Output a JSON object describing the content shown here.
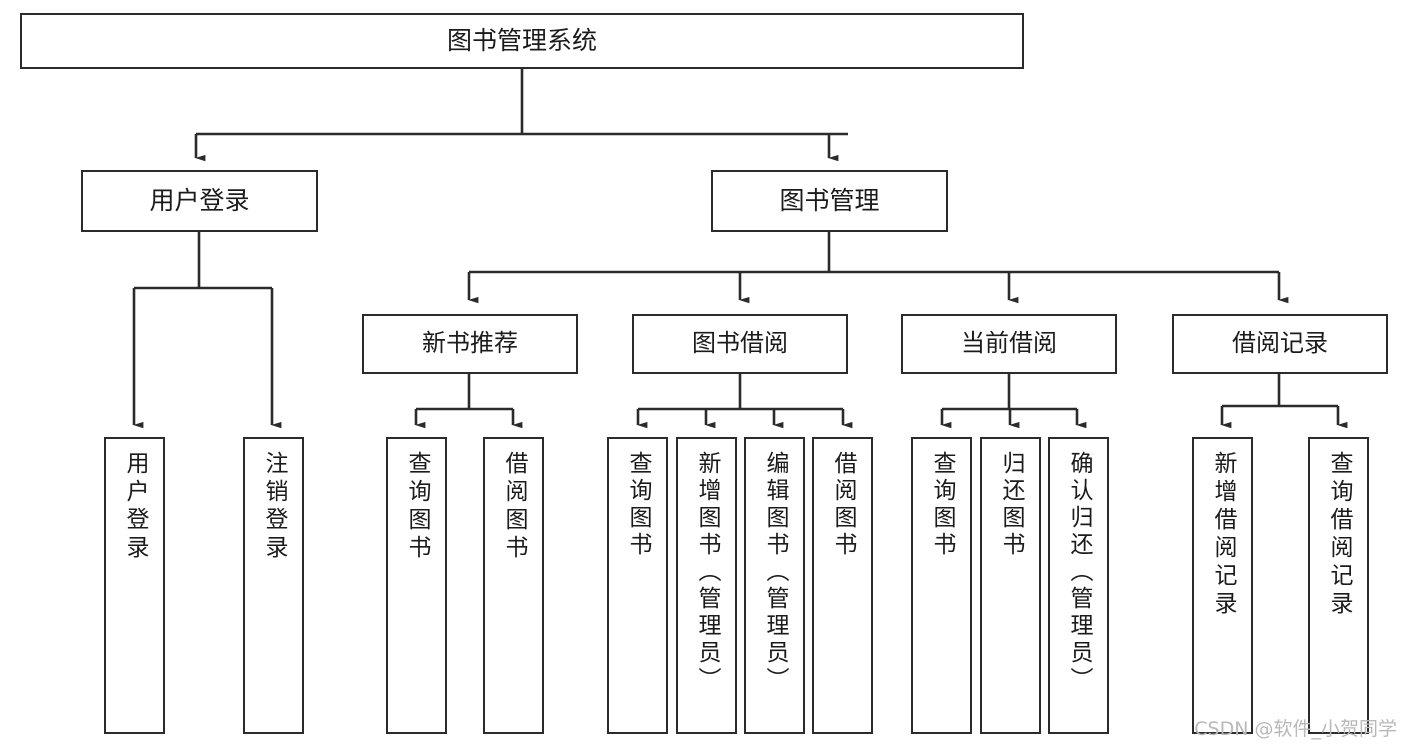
{
  "diagram": {
    "title": "图书管理系统",
    "type": "tree",
    "colors": {
      "stroke": "#2b2b2b",
      "fill": "#ffffff",
      "text": "#1b1b1b",
      "watermark": "#b9b9b9"
    },
    "root": {
      "label": "图书管理系统"
    },
    "level2": [
      {
        "label": "用户登录"
      },
      {
        "label": "图书管理"
      }
    ],
    "level3": [
      {
        "label": "新书推荐"
      },
      {
        "label": "图书借阅"
      },
      {
        "label": "当前借阅"
      },
      {
        "label": "借阅记录"
      }
    ],
    "leaves": {
      "user_login": [
        {
          "label": "用户登录"
        },
        {
          "label": "注销登录"
        }
      ],
      "new_book": [
        {
          "label": "查询图书"
        },
        {
          "label": "借阅图书"
        }
      ],
      "borrow_book": [
        {
          "label": "查询图书"
        },
        {
          "label": "新增图书（管理员）"
        },
        {
          "label": "编辑图书（管理员）"
        },
        {
          "label": "借阅图书"
        }
      ],
      "current_borrow": [
        {
          "label": "查询图书"
        },
        {
          "label": "归还图书"
        },
        {
          "label": "确认归还（管理员）"
        }
      ],
      "borrow_record": [
        {
          "label": "新增借阅记录"
        },
        {
          "label": "查询借阅记录"
        }
      ]
    }
  },
  "watermark": {
    "text": "CSDN @软件_小贺同学"
  }
}
